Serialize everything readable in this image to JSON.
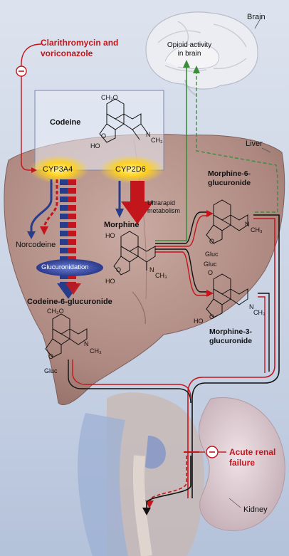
{
  "colors": {
    "red": "#c3161c",
    "blue": "#283c8c",
    "green": "#3c8c3c",
    "liver": "#a8847e",
    "background": "#c9d4e6"
  },
  "labels": {
    "brain": "Brain",
    "opioid_activity": "Opioid activity in brain",
    "opioid_activity_line1": "Opioid activity",
    "opioid_activity_line2": "in brain",
    "inhibitor_drugs_line1": "Clarithromycin and",
    "inhibitor_drugs_line2": "voriconazole",
    "codeine": "Codeine",
    "liver": "Liver",
    "cyp3a4": "CYP3A4",
    "cyp2d6": "CYP2D6",
    "m6g_line1": "Morphine-6-",
    "m6g_line2": "glucuronide",
    "ultrarapid_line1": "Ultrarapid",
    "ultrarapid_line2": "metabolism",
    "morphine": "Morphine",
    "norcodeine": "Norcodeine",
    "glucuronidation": "Glucuronidation",
    "codeine_6_glucuronide": "Codeine-6-glucuronide",
    "m3g_line1": "Morphine-3-",
    "m3g_line2": "glucuronide",
    "acute_renal_line1": "Acute renal",
    "acute_renal_line2": "failure",
    "kidney": "Kidney"
  },
  "chem": {
    "ch3o": "CH₃O",
    "ho": "HO",
    "o": "O",
    "n": "N",
    "ch3": "CH₃",
    "gluc": "Gluc"
  }
}
